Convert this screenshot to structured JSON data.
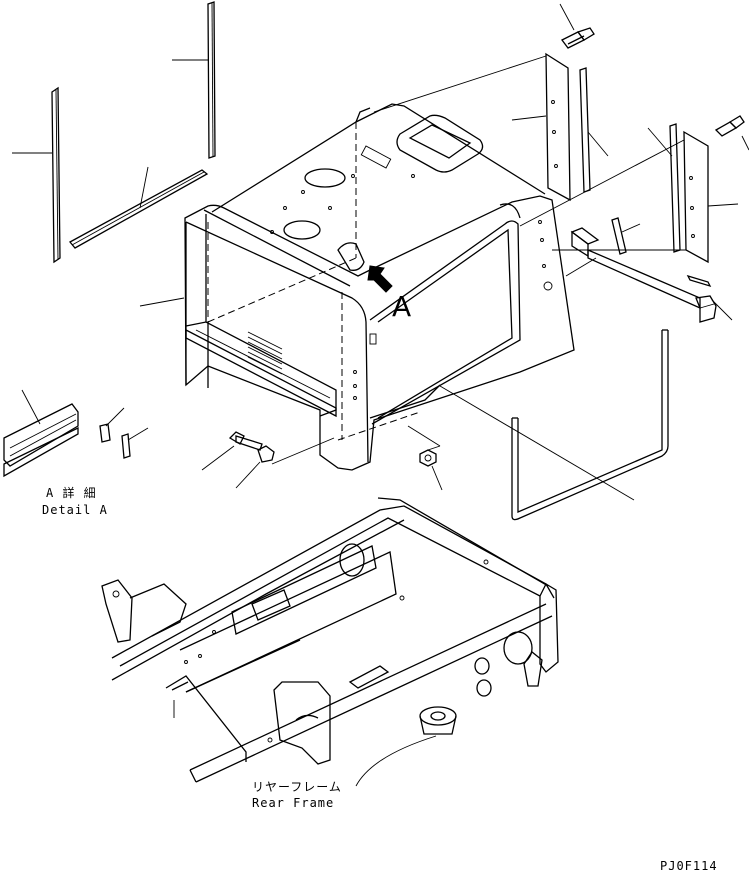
{
  "callout_letter": "A",
  "detail": {
    "label_jp": "A 詳 細",
    "label_en": "Detail A"
  },
  "frame": {
    "label_jp": "リヤーフレーム",
    "label_en": "Rear Frame"
  },
  "drawing_code": "PJ0F114"
}
